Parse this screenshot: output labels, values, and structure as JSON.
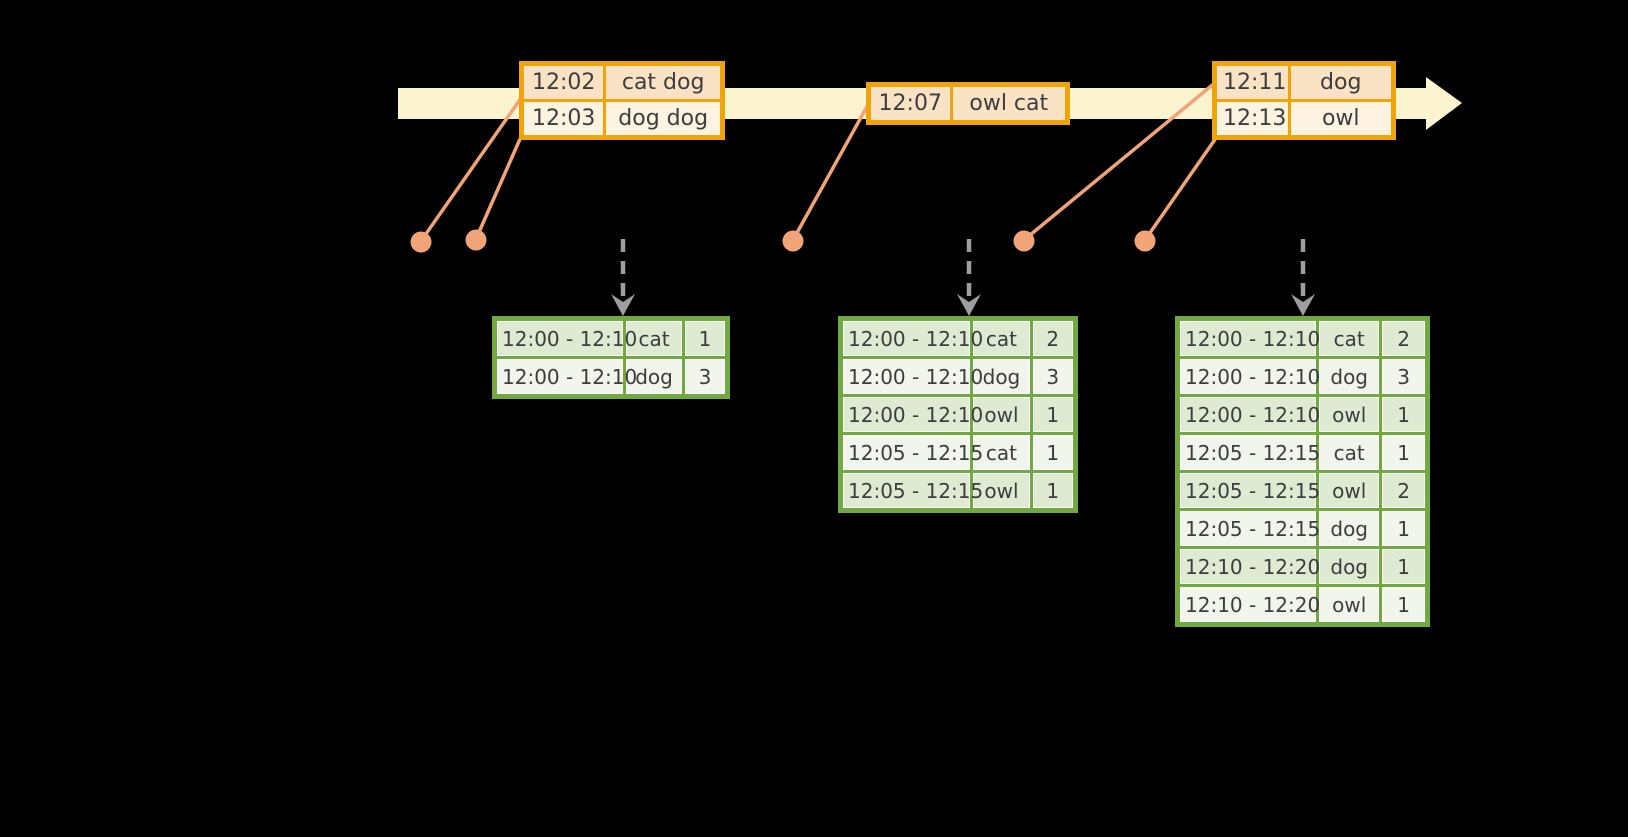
{
  "diagram_type": "streaming-windowed-aggregation-timeline",
  "colors": {
    "timeline_fill": "#FCF3CF",
    "event_border": "#EFA40C",
    "event_row_alt1": "#FAE3C5",
    "event_row_alt2": "#FDF3E0",
    "marker": "#F0A478",
    "dashed_arrow": "#9E9E9E",
    "result_border": "#71A83F",
    "result_row_alt1": "#DFEAD3",
    "result_row_alt2": "#F1F5EC",
    "text": "#3D3D3D"
  },
  "event_tables": [
    {
      "rows": [
        {
          "time": "12:02",
          "words": "cat dog"
        },
        {
          "time": "12:03",
          "words": "dog dog"
        }
      ]
    },
    {
      "rows": [
        {
          "time": "12:07",
          "words": "owl cat"
        }
      ]
    },
    {
      "rows": [
        {
          "time": "12:11",
          "words": "dog"
        },
        {
          "time": "12:13",
          "words": "owl"
        }
      ]
    }
  ],
  "result_tables": [
    {
      "rows": [
        [
          "12:00 - 12:10",
          "cat",
          "1"
        ],
        [
          "12:00 - 12:10",
          "dog",
          "3"
        ]
      ]
    },
    {
      "rows": [
        [
          "12:00 - 12:10",
          "cat",
          "2"
        ],
        [
          "12:00 - 12:10",
          "dog",
          "3"
        ],
        [
          "12:00 - 12:10",
          "owl",
          "1"
        ],
        [
          "12:05 - 12:15",
          "cat",
          "1"
        ],
        [
          "12:05 - 12:15",
          "owl",
          "1"
        ]
      ]
    },
    {
      "rows": [
        [
          "12:00 - 12:10",
          "cat",
          "2"
        ],
        [
          "12:00 - 12:10",
          "dog",
          "3"
        ],
        [
          "12:00 - 12:10",
          "owl",
          "1"
        ],
        [
          "12:05 - 12:15",
          "cat",
          "1"
        ],
        [
          "12:05 - 12:15",
          "owl",
          "2"
        ],
        [
          "12:05 - 12:15",
          "dog",
          "1"
        ],
        [
          "12:10 - 12:20",
          "dog",
          "1"
        ],
        [
          "12:10 - 12:20",
          "owl",
          "1"
        ]
      ]
    }
  ]
}
